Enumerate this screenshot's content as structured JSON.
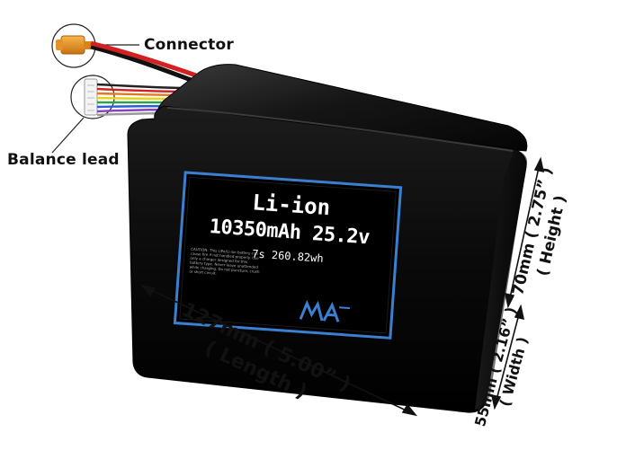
{
  "callouts": {
    "connector": "Connector",
    "balance_lead": "Balance lead"
  },
  "label": {
    "chemistry": "Li-ion",
    "capacity_voltage": "10350mAh 25.2v",
    "config_energy": "7s 260.82wh",
    "caution": "CAUTION: This LiPo/Li-ion battery can cause fire if not handled properly. Use only a charger designed for this battery type. Never leave unattended while charging. Do not puncture, crush or short circuit.",
    "logo": "MA"
  },
  "dimensions": {
    "length": {
      "line1": "127mm ( 5.00” )",
      "line2": "( Length )"
    },
    "height": {
      "line1": "70mm ( 2.75” )",
      "line2": "( Height )"
    },
    "width": {
      "line1": "55mm ( 2.16” )",
      "line2": "( Width )"
    }
  },
  "colors": {
    "connector_orange": "#e8951f",
    "label_blue": "#3b7fd1",
    "battery_black": "#0b0b0b",
    "wire_red": "#d42020"
  }
}
